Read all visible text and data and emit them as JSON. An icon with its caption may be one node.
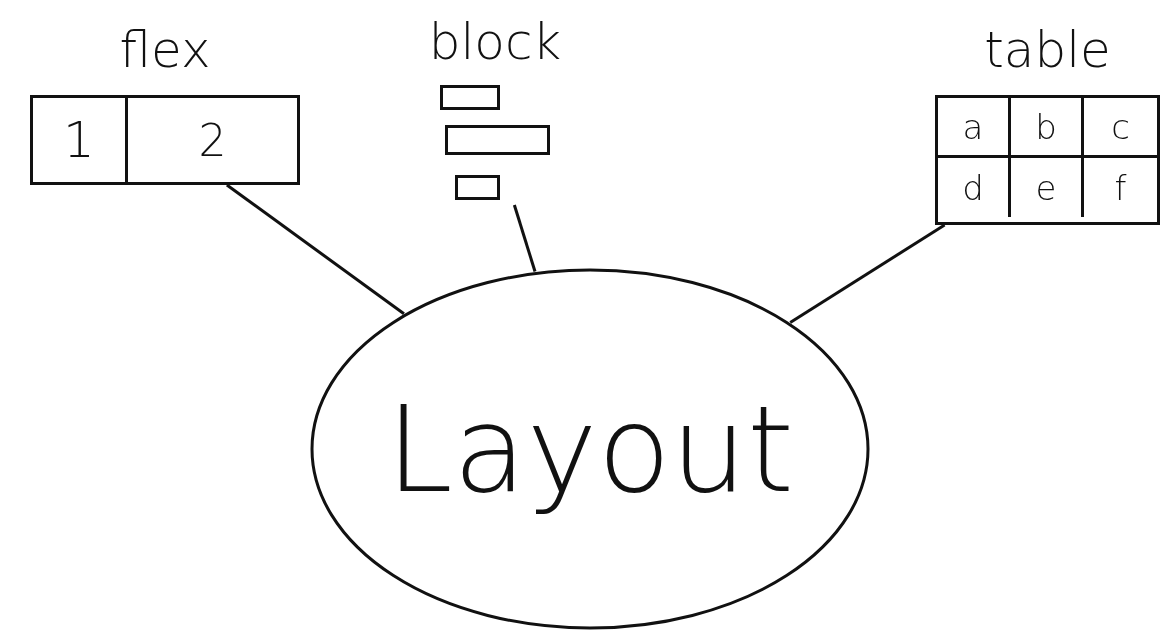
{
  "diagram": {
    "nodes": [
      {
        "text": [
          "flex"
        ]
      },
      {
        "text": [
          "1"
        ],
        "in": 0
      },
      {
        "text": [
          "2"
        ],
        "in": 0
      },
      {
        "text": [
          "block"
        ]
      },
      {
        "text": [],
        "shape": "box",
        "in": 3
      },
      {
        "text": [],
        "shape": "box",
        "in": 3
      },
      {
        "text": [],
        "shape": "box",
        "in": 3
      },
      {
        "text": [
          "table"
        ]
      },
      {
        "text": [
          "a"
        ],
        "in": 7
      },
      {
        "text": [
          "b"
        ],
        "in": 7
      },
      {
        "text": [
          "c"
        ],
        "in": 7
      },
      {
        "text": [
          "d"
        ],
        "in": 7
      },
      {
        "text": [
          "e"
        ],
        "in": 7
      },
      {
        "text": [
          "f"
        ],
        "in": 7
      },
      {
        "text": [
          "Layout"
        ]
      }
    ],
    "edges": [
      {
        "from": 0,
        "to": 14,
        "arrow": "none"
      },
      {
        "from": 3,
        "to": 14,
        "arrow": "none"
      },
      {
        "from": 7,
        "to": 14,
        "arrow": "none"
      }
    ]
  }
}
